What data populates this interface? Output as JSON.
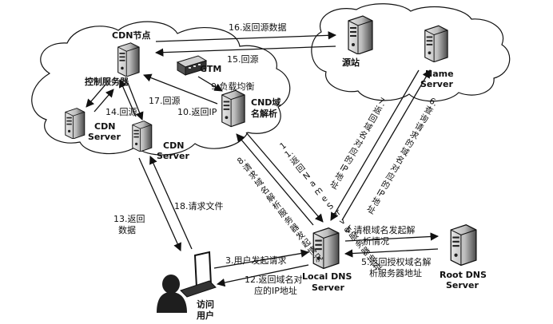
{
  "nodes": {
    "cdn_node_title": "CDN节点",
    "control_server": "控制服务器",
    "gtm": "GTM",
    "cnd_dns_line1": "CND域",
    "cnd_dns_line2": "名解析",
    "cdn_server_left_line1": "CDN",
    "cdn_server_left_line2": "Server",
    "cdn_server_mid_line1": "CDN",
    "cdn_server_mid_line2": "Server",
    "origin": "源站",
    "name_server_line1": "Name",
    "name_server_line2": "Server",
    "local_dns_line1": "Local DNS",
    "local_dns_line2": "Server",
    "root_dns_line1": "Root DNS",
    "root_dns_line2": "Server",
    "user_line1": "访问",
    "user_line2": "用户"
  },
  "steps": {
    "s3": "3.用户发起请求",
    "s4_line1": "4.请根域名发起解",
    "s4_line2": "析情况",
    "s5_line1": "5.返回授权域名解",
    "s5_line2": "析服务器地址",
    "s6_vertical": "6.查询请求的域名对应的IP地址",
    "s7_vertical": "7.返回域名对应的IP地址",
    "s8_vertical": "8.请求域名解析服务器发起情况",
    "s9": "9.负载均衡",
    "s10": "10.返回IP",
    "s11_vertical": "11.返回Name Server服务器地址",
    "s12_line1": "12.返回域名对",
    "s12_line2": "应的IP地址",
    "s13_line1": "13.返回",
    "s13_line2": "数据",
    "s14": "14.回源",
    "s15": "15.回源",
    "s16": "16.返回源数据",
    "s17": "17.回源",
    "s18": "18.请求文件"
  },
  "colors": {
    "line": "#111111",
    "server_dark": "#2a2a2a",
    "server_light": "#cfcfcf"
  }
}
